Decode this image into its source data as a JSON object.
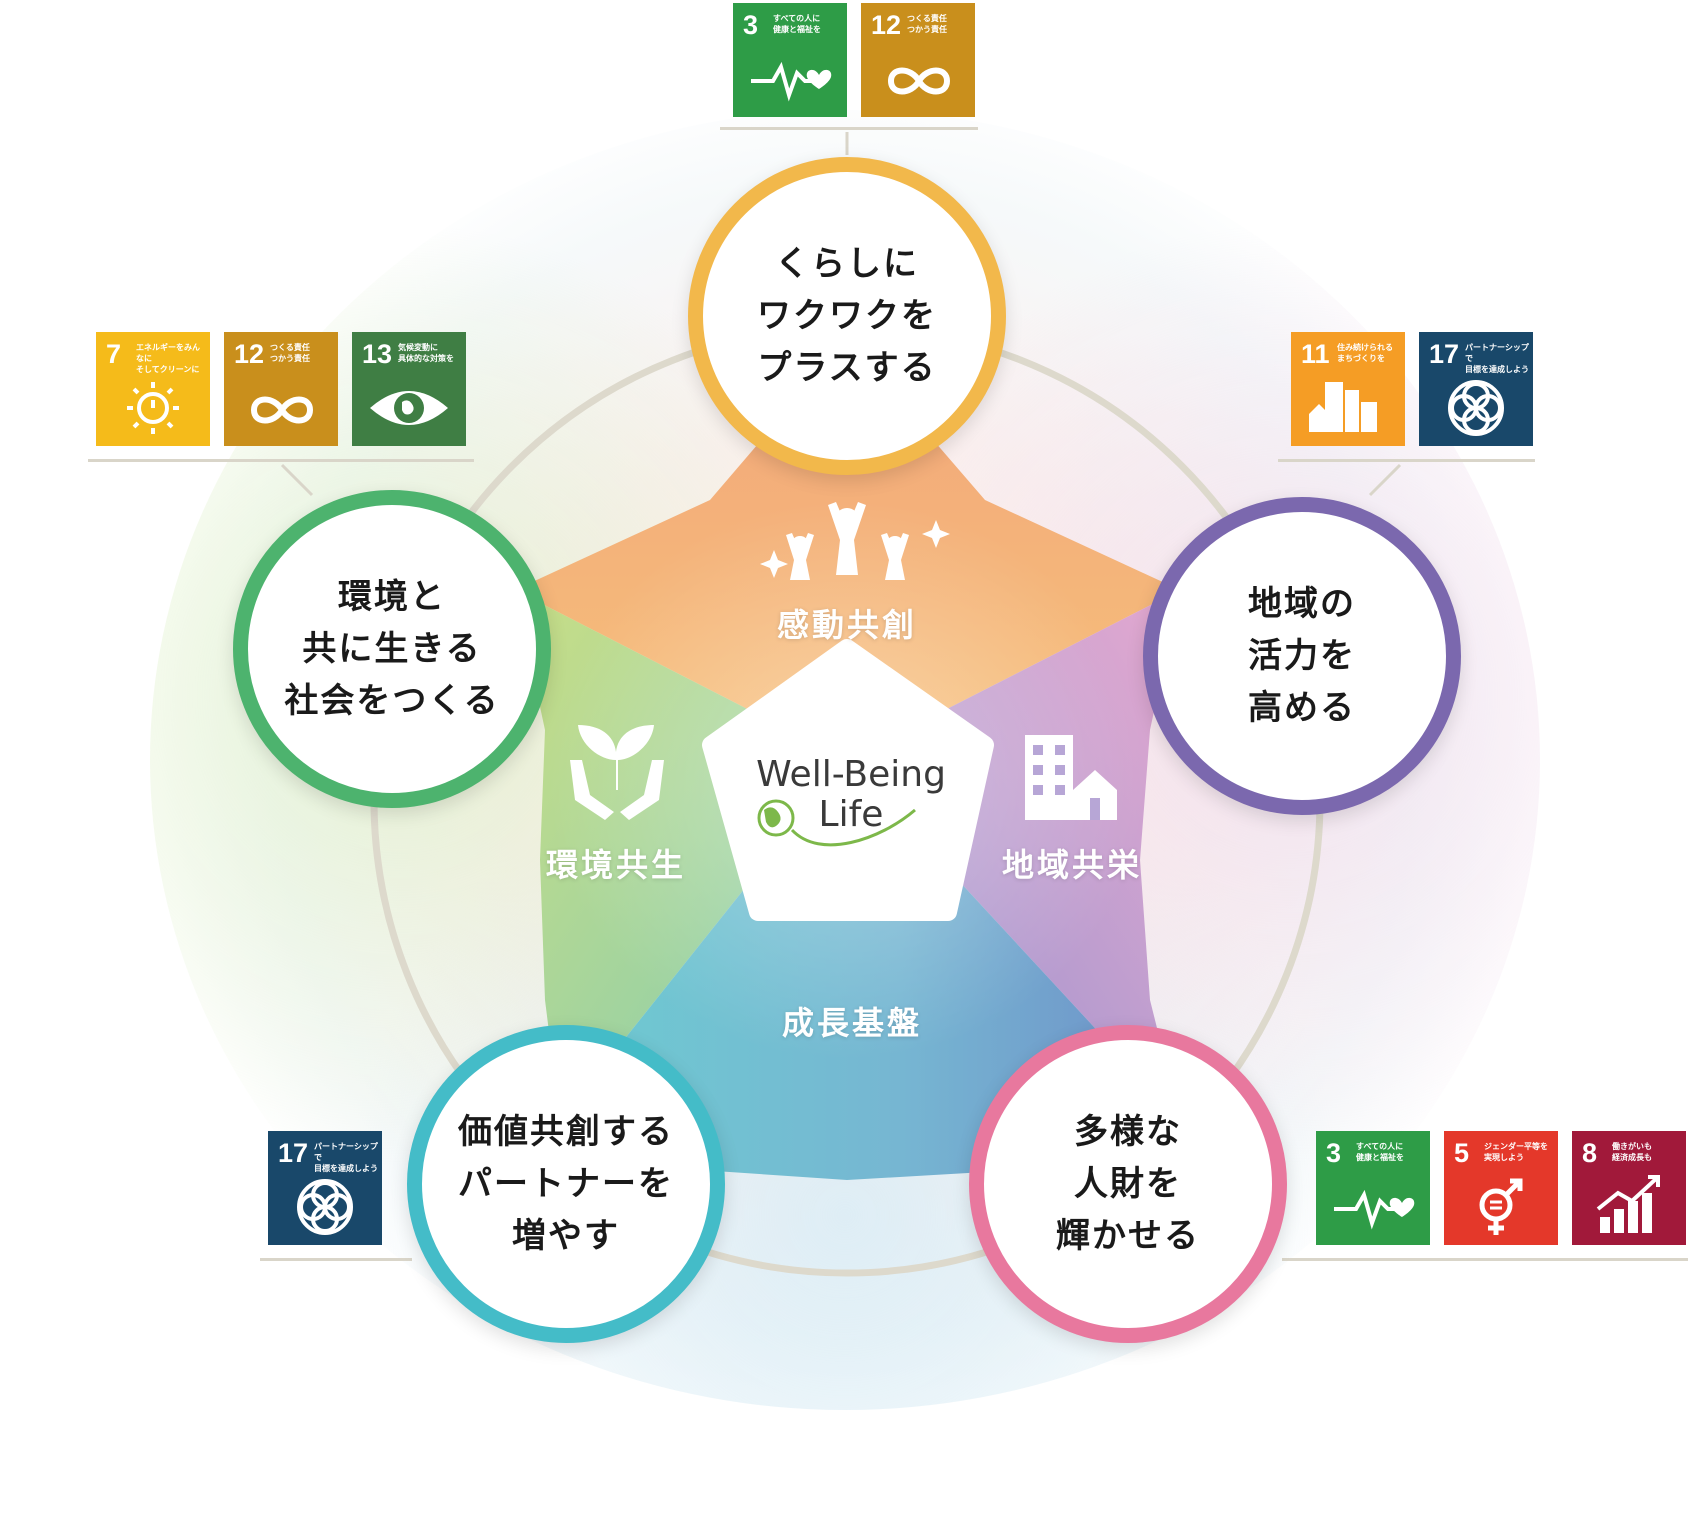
{
  "center": {
    "title_line1": "Well-Being",
    "title_line2": "Life"
  },
  "pillars": {
    "top": "感動共創",
    "left": "環境共生",
    "right": "地域共栄",
    "bottom": "成長基盤"
  },
  "nodes": [
    {
      "id": "top",
      "label": "くらしに\nワクワクを\nプラスする",
      "color": "#F2B84B"
    },
    {
      "id": "right",
      "label": "地域の\n活力を\n高める",
      "color": "#7B68AE"
    },
    {
      "id": "bottom-right",
      "label": "多様な\n人財を\n輝かせる",
      "color": "#E8789E"
    },
    {
      "id": "bottom-left",
      "label": "価値共創する\nパートナーを\n増やす",
      "color": "#44BCC8"
    },
    {
      "id": "left",
      "label": "環境と\n共に生きる\n社会をつくる",
      "color": "#4DB36E"
    }
  ],
  "sdg_groups": {
    "top": [
      {
        "num": "3",
        "text": "すべての人に\n健康と福祉を",
        "color": "#2E9C47",
        "icon": "heartbeat-icon"
      },
      {
        "num": "12",
        "text": "つくる責任\nつかう責任",
        "color": "#C98F1C",
        "icon": "infinity-icon"
      }
    ],
    "left": [
      {
        "num": "7",
        "text": "エネルギーをみんなに\nそしてクリーンに",
        "color": "#F5BB1A",
        "icon": "sun-icon"
      },
      {
        "num": "12",
        "text": "つくる責任\nつかう責任",
        "color": "#C98F1C",
        "icon": "infinity-icon"
      },
      {
        "num": "13",
        "text": "気候変動に\n具体的な対策を",
        "color": "#3F7E44",
        "icon": "eye-globe-icon"
      }
    ],
    "right": [
      {
        "num": "11",
        "text": "住み続けられる\nまちづくりを",
        "color": "#F59D25",
        "icon": "city-icon"
      },
      {
        "num": "17",
        "text": "パートナーシップで\n目標を達成しよう",
        "color": "#19486A",
        "icon": "flower-icon"
      }
    ],
    "bottom-left": [
      {
        "num": "17",
        "text": "パートナーシップで\n目標を達成しよう",
        "color": "#19486A",
        "icon": "flower-icon"
      }
    ],
    "bottom-right": [
      {
        "num": "3",
        "text": "すべての人に\n健康と福祉を",
        "color": "#2E9C47",
        "icon": "heartbeat-icon"
      },
      {
        "num": "5",
        "text": "ジェンダー平等を\n実現しよう",
        "color": "#E4382A",
        "icon": "gender-icon"
      },
      {
        "num": "8",
        "text": "働きがいも\n経済成長も",
        "color": "#A1193A",
        "icon": "growth-chart-icon"
      }
    ]
  }
}
